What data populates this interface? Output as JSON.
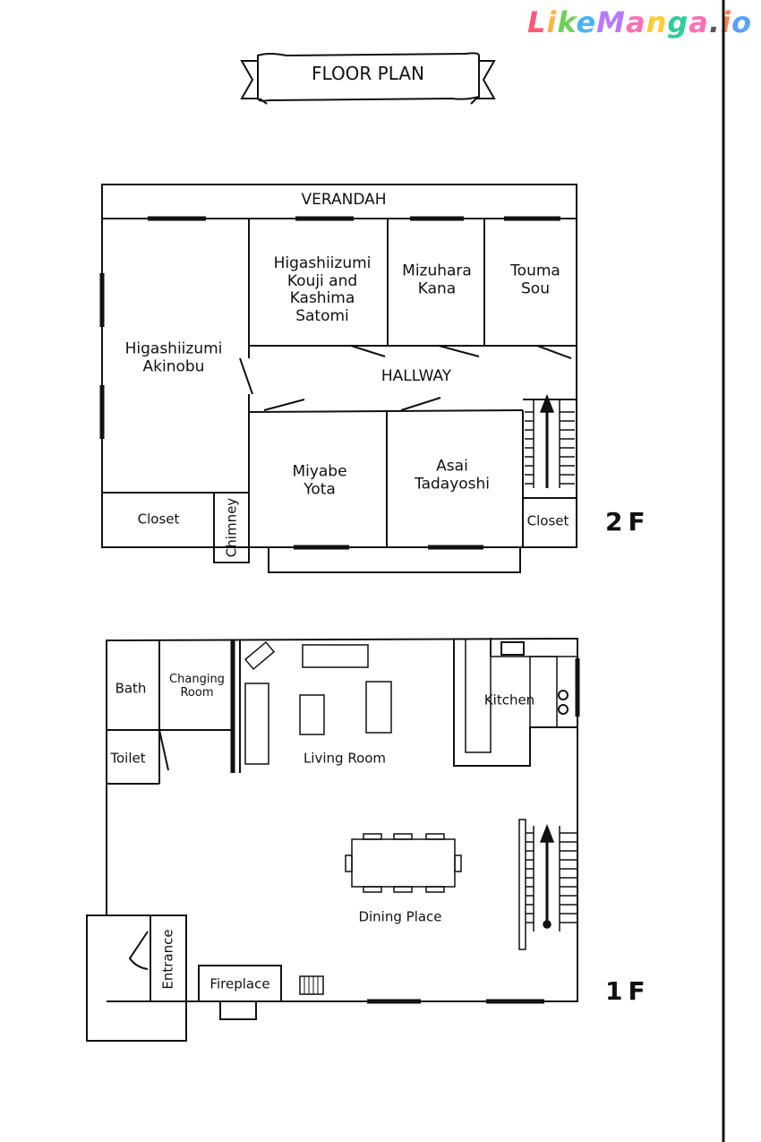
{
  "watermark": {
    "parts": [
      "L",
      "i",
      "k",
      "e",
      "M",
      "a",
      "n",
      "g",
      "a",
      ".",
      "i",
      "o"
    ]
  },
  "title": "FLOOR PLAN",
  "floor2": {
    "tag": "2F",
    "rooms": {
      "verandah": "VERANDAH",
      "akinobu": "Higashiizumi\nAkinobu",
      "kouji_satomi": "Higashiizumi\nKouji and\nKashima\nSatomi",
      "kana": "Mizuhara\nKana",
      "touma": "Touma\nSou",
      "hallway": "HALLWAY",
      "miyabe": "Miyabe\nYota",
      "asai": "Asai\nTadayoshi",
      "closet_left": "Closet",
      "chimney": "Chimney",
      "closet_right": "Closet"
    }
  },
  "floor1": {
    "tag": "1F",
    "rooms": {
      "bath": "Bath",
      "changing": "Changing\nRoom",
      "toilet": "Toilet",
      "living": "Living Room",
      "kitchen": "Kitchen",
      "dining": "Dining Place",
      "entrance": "Entrance",
      "fireplace": "Fireplace"
    }
  },
  "colors": {
    "line": "#111111",
    "background": "#ffffff"
  }
}
